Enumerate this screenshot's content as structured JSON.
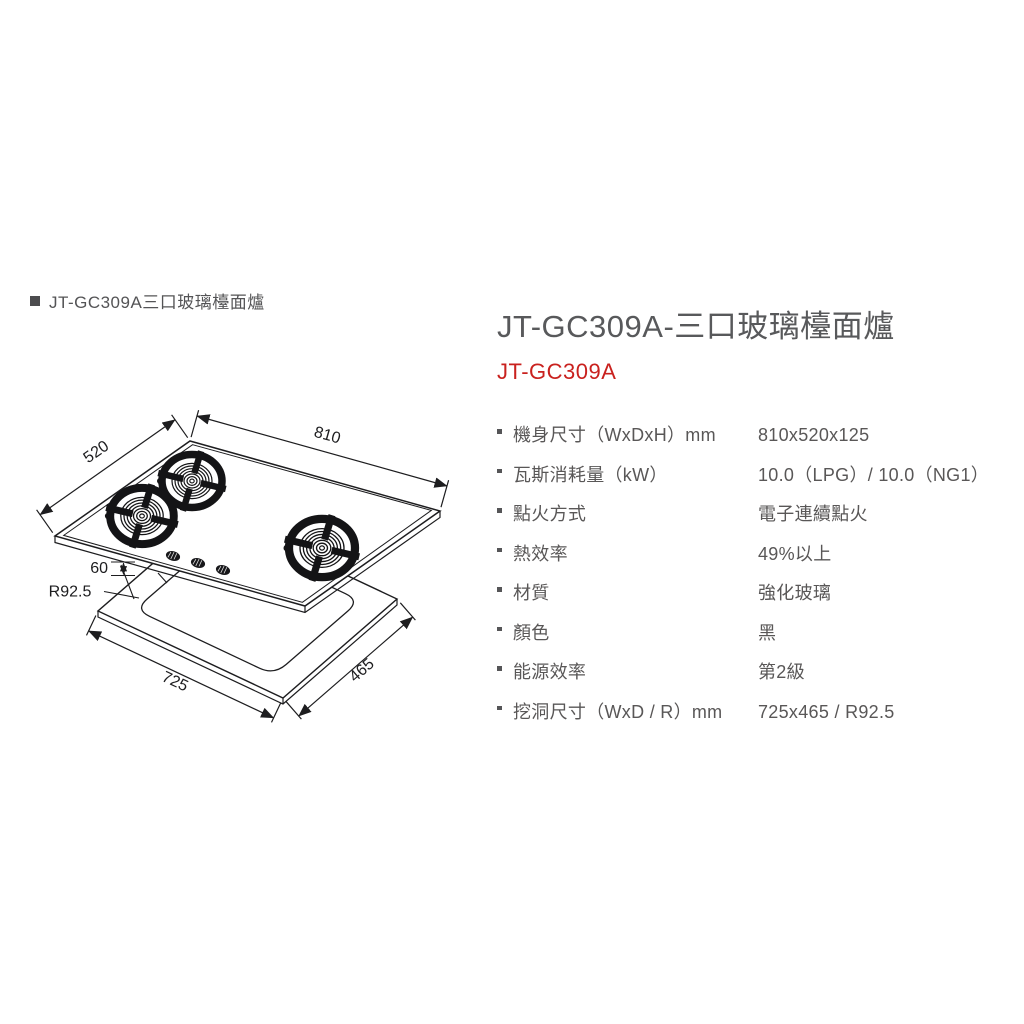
{
  "caption": {
    "bullet_shape": "square",
    "text": "JT-GC309A三口玻璃檯面爐"
  },
  "product": {
    "title": "JT-GC309A-三口玻璃檯面爐",
    "model": "JT-GC309A"
  },
  "specs": [
    {
      "label": "機身尺寸（WxDxH）mm",
      "value": "810x520x125"
    },
    {
      "label": "瓦斯消耗量（kW）",
      "value": "10.0（LPG）/ 10.0（NG1）"
    },
    {
      "label": "點火方式",
      "value": "電子連續點火"
    },
    {
      "label": "熱效率",
      "value": "49%以上"
    },
    {
      "label": "材質",
      "value": "強化玻璃"
    },
    {
      "label": "顏色",
      "value": "黑"
    },
    {
      "label": "能源效率",
      "value": "第2級"
    },
    {
      "label": "挖洞尺寸（WxD / R）mm",
      "value": "725x465 / R92.5"
    }
  ],
  "drawing": {
    "description": "isometric technical drawing of 3-burner glass cooktop with countertop cutout",
    "dims": {
      "width": "810",
      "depth": "520",
      "height": "60",
      "corner_radius": "R92.5",
      "cutout_width": "725",
      "cutout_depth": "465"
    },
    "burner_count": 3,
    "knob_count": 3
  },
  "colors": {
    "background": "#ffffff",
    "text_gray": "#595757",
    "title_gray": "#58595b",
    "accent_red": "#c9211e",
    "line_black": "#1d1d1f"
  }
}
